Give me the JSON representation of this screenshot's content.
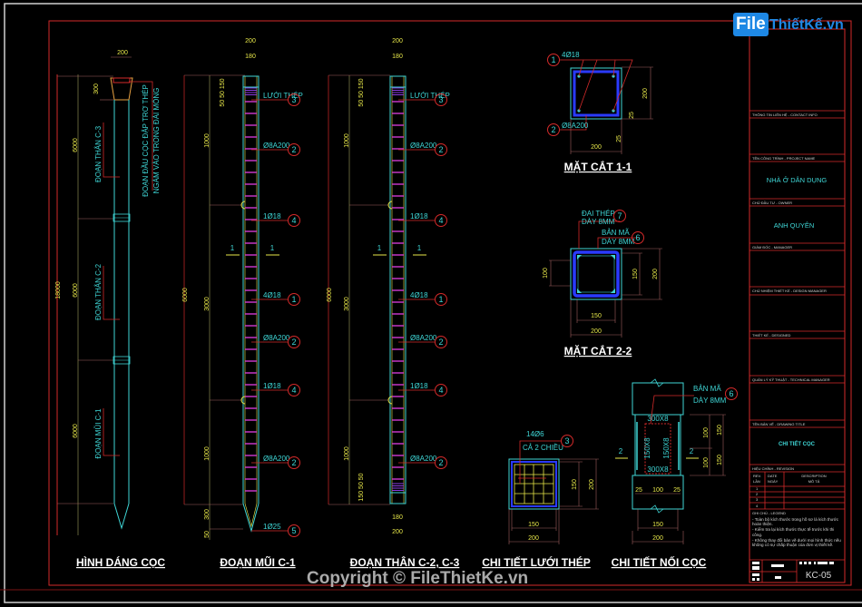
{
  "watermark": {
    "logo_file": "File",
    "logo_rest": "ThiếtKế.vn",
    "copyright": "Copyright © FileThietKe.vn"
  },
  "colors": {
    "frame": "#d42a2a",
    "concrete": "#3fd6d6",
    "dimension": "#e8e84a",
    "stirrup": "#d23ad2",
    "rebar_blue": "#2a3aff",
    "outer": "#cfcfcf"
  },
  "drawings": {
    "pile_shape": {
      "title": "HÌNH DÁNG CỌC",
      "dim_top_width": "200",
      "dim_head": "300",
      "dim_total": "18000",
      "dim_c3": "6000",
      "dim_c2": "6000",
      "dim_c1": "6000",
      "label_c3": "ĐOẠN THÂN C-3",
      "label_c2": "ĐOẠN THÂN C-2",
      "label_c1": "ĐOẠN MŨI C-1",
      "note_line1": "ĐOẠN ĐẦU CỌC ĐẬP TRƠ THÉP",
      "note_line2": "NGÀM VÀO TRONG ĐÀI MÓNG"
    },
    "tip_segment": {
      "title": "ĐOẠN MŨI C-1",
      "dim_outer": "200",
      "dim_inner": "180",
      "dim_top_spacing": "50 50 150",
      "dim_total": "6000",
      "dim_1": "1000",
      "dim_2": "3000",
      "dim_3": "1000",
      "dim_tip": "300",
      "dim_tip_end": "50",
      "section_mark": "1",
      "callouts": [
        {
          "text": "LƯỚI THÉP",
          "num": "3"
        },
        {
          "text": "Ø8A200",
          "num": "2"
        },
        {
          "text": "1Ø18",
          "num": "4"
        },
        {
          "text": "4Ø18",
          "num": "1"
        },
        {
          "text": "Ø8A200",
          "num": "2"
        },
        {
          "text": "1Ø18",
          "num": "4"
        },
        {
          "text": "Ø8A200",
          "num": "2"
        },
        {
          "text": "1Ø25",
          "num": "5"
        }
      ]
    },
    "body_segment": {
      "title": "ĐOẠN THÂN C-2, C-3",
      "dim_outer": "200",
      "dim_inner": "180",
      "dim_top_spacing": "50 50 150",
      "dim_bot_spacing": "150 50 50",
      "dim_total": "6000",
      "dim_1": "1000",
      "dim_2": "3000",
      "dim_3": "1000",
      "section_mark": "1",
      "callouts": [
        {
          "text": "LƯỚI THÉP",
          "num": "3"
        },
        {
          "text": "Ø8A200",
          "num": "2"
        },
        {
          "text": "1Ø18",
          "num": "4"
        },
        {
          "text": "4Ø18",
          "num": "1"
        },
        {
          "text": "Ø8A200",
          "num": "2"
        },
        {
          "text": "1Ø18",
          "num": "4"
        },
        {
          "text": "Ø8A200",
          "num": "2"
        }
      ]
    },
    "section_1_1": {
      "title": "MẶT CẮT 1-1",
      "rebar": "4Ø18",
      "rebar_num": "1",
      "stirrup": "Ø8A200",
      "stirrup_num": "2",
      "dim_width": "200",
      "dim_height": "200",
      "dim_cover": "25",
      "dim_cover2": "25"
    },
    "section_2_2": {
      "title": "MẶT CẮT 2-2",
      "label_a_line1": "ĐAI THÉP",
      "label_a_line2": "DÀY 8MM",
      "label_a_num": "7",
      "label_b_line1": "BẢN MÃ",
      "label_b_line2": "DÀY 8MM",
      "label_b_num": "6",
      "dim_left": "100",
      "dim_inner_h": "150",
      "dim_outer_h": "200",
      "dim_inner_w": "150",
      "dim_outer_w": "200"
    },
    "mesh_detail": {
      "title": "CHI TIẾT LƯỚI THÉP",
      "label_line1": "14Ø6",
      "label_line2": "CẢ 2 CHIỀU",
      "num": "3",
      "dim_inner": "150",
      "dim_outer": "200",
      "dim_w_inner": "150",
      "dim_w_outer": "200"
    },
    "joint_detail": {
      "title": "CHI TIẾT NỐI CỌC",
      "label_line1": "BẢN MÃ",
      "label_line2": "DÀY 8MM",
      "num": "6",
      "plate_top": "300X8",
      "plate_bottom": "300X8",
      "plate_left": "150X8",
      "plate_right": "150X8",
      "section_mark": "2",
      "dim_r1": "100",
      "dim_r2": "100",
      "dim_r3": "150",
      "dim_r4": "150",
      "dim_b1": "25",
      "dim_b2": "100",
      "dim_b3": "25",
      "dim_b4": "150",
      "dim_b5": "200"
    }
  },
  "title_block": {
    "contact_info": "THÔNG TIN LIÊN HỆ - CONTACT INFO",
    "project_name_label": "TÊN CÔNG TRÌNH - PROJECT NAME",
    "project_name": "NHÀ Ở DÂN DỤNG",
    "owner_label": "CHỦ ĐẦU TƯ - OWNER",
    "owner": "ANH QUYÊN",
    "manager_label": "GIÁM ĐỐC - MANAGER",
    "design_manager_label": "CHỦ NHIỆM THIẾT KẾ - DESIGN MANAGER",
    "designed_label": "THIẾT KẾ - DESIGNED",
    "tech_manager_label": "QUẢN LÝ KỸ THUẬT - TECHNICAL MANAGER",
    "drawing_title_label": "TÊN BẢN VẼ - DRAWING TITLE",
    "drawing_title": "CHI TIẾT CỌC",
    "revision_label": "HIỆU CHỈNH - REVISION",
    "rev_col1_a": "REV.",
    "rev_col1_b": "LẦN",
    "rev_col2_a": "DATE",
    "rev_col2_b": "NGÀY",
    "rev_col3_a": "DESCRIPTION",
    "rev_col3_b": "MÔ TẢ",
    "rev_rows": [
      "1",
      "2",
      "3",
      "4"
    ],
    "notes_label": "GHI CHÚ - LEGEND",
    "notes": [
      "- Toàn bộ kích thước trong hồ sơ là kích thước hoàn thiện.",
      "- Kiểm tra lại kích thước thực tế trước khi thi công.",
      "- Không thay đổi bản vẽ dưới mọi hình thức nếu không có sự chấp thuận của đơn vị thiết kế."
    ],
    "drawing_number": "KC-05"
  }
}
